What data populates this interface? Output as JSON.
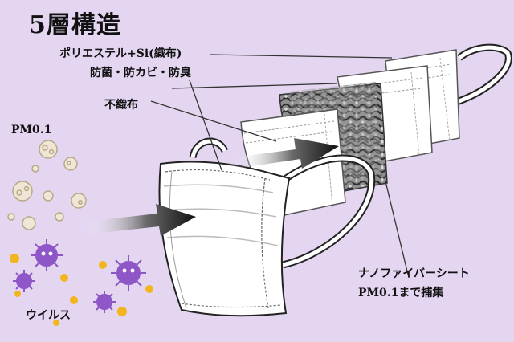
{
  "title": "5層構造",
  "labels": {
    "layer_polyester": "ポリエステル+Si(織布)",
    "layer_antibacterial": "防菌・防カビ・防臭",
    "layer_nonwoven": "不織布",
    "layer_nanofiber": "ナノファイバーシート",
    "nanofiber_capture": "PM0.1まで捕集",
    "pm01": "PM0.1",
    "virus": "ウイルス"
  },
  "colors": {
    "background": "#e4d6f1",
    "virus": "#8f56c8",
    "pollen": "#f3b51e",
    "pm_particle": "#efe6d6",
    "arrow": "#1a1a1a"
  }
}
